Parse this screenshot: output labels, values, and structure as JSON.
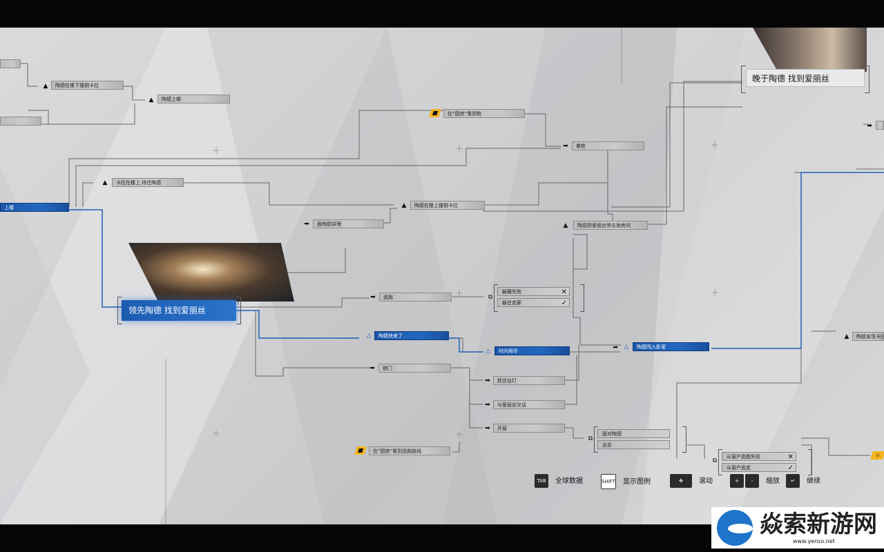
{
  "nodes": {
    "n1": "陶德在楼下撞倒卡拉",
    "n2": "陶德上楼",
    "n3": "在“厨房”看到枪",
    "n4": "拿枪",
    "n5": "卡拉在楼上 持住陶德",
    "n6": "上楼",
    "n7": "陶德在楼上撞倒卡拉",
    "n8": "面陶德讲理",
    "n9": "陶德把爱丽丝带去她房间",
    "n10": "逃跑",
    "n11": "陶德快来了",
    "n12": "时间用尽",
    "n13": "陶德闯入卧室",
    "n14": "锁门",
    "n15": "抓住台灯",
    "n16": "与爱丽丝交谈",
    "n17": "开窗",
    "n18": "在“厨房”看到逃跑路线",
    "n19": "陶德发现卡拉"
  },
  "choices": {
    "c1": "躲藏失败",
    "c2": "躲在走廊",
    "c3": "面对陶德",
    "c4": "出去",
    "c5": "从窗户逃跑失败",
    "c6": "从窗户逃走"
  },
  "chapters": {
    "lead": "领先陶德 找到爱丽丝",
    "late": "晚于陶德 找到爱丽丝"
  },
  "controls": {
    "tab_key": "TAB",
    "tab_label": "全球数据",
    "shift_key": "SHIFT",
    "shift_label": "显示图例",
    "scroll_label": "滚动",
    "zoom_plus": "+",
    "zoom_minus": "-",
    "zoom_label": "缩放",
    "continue_label": "继续"
  },
  "watermark": {
    "title": "焱索新游网",
    "url": "www.yenso.net"
  },
  "colors": {
    "accent_blue": "#1f5fb8",
    "lock_yellow": "#f3b51b"
  }
}
